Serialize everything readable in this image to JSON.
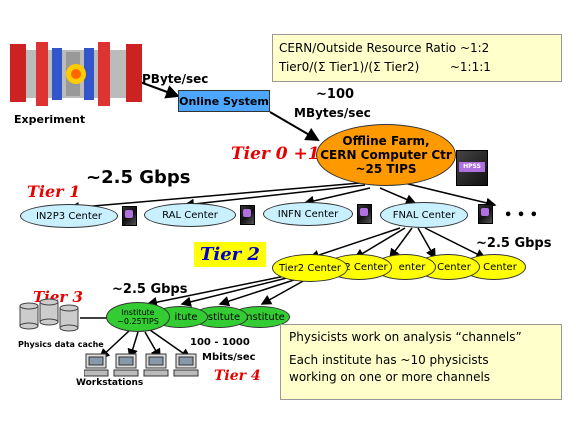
{
  "ratio_box": {
    "line1": "CERN/Outside Resource Ratio ~1:2",
    "line2": "Tier0/(Σ Tier1)/(Σ Tier2)        ~1:1:1"
  },
  "top": {
    "pbyte": "PByte/sec",
    "experiment": "Experiment",
    "online_system": "Online System",
    "mbytes_value": "~100",
    "mbytes_unit": "MBytes/sec"
  },
  "tier0": {
    "label": "Tier 0 +1",
    "box_line1": "Offline Farm,",
    "box_line2": "CERN Computer Ctr",
    "box_line3": "~25 TIPS",
    "hpss": "HPSS"
  },
  "tier1": {
    "label": "Tier 1",
    "bandwidth": "~2.5 Gbps",
    "centers": [
      "IN2P3 Center",
      "RAL Center",
      "INFN Center",
      "FNAL Center"
    ],
    "more": "• • •",
    "hpss": "HPSS"
  },
  "tier2": {
    "label": "Tier 2",
    "bandwidth_right": "~2.5 Gbps",
    "centers": [
      "Tier2 Center",
      "2 Center",
      "enter",
      "Center",
      "Center"
    ]
  },
  "tier3": {
    "label": "Tier 3",
    "bandwidth": "~2.5 Gbps",
    "institute_line1": "Institute",
    "institute_line2": "~0.25TIPS",
    "institutes": [
      "itute",
      "stitute",
      "Institute"
    ],
    "physics_cache": "Physics data cache",
    "link_value": "100 - 1000",
    "link_unit": "Mbits/sec"
  },
  "tier4": {
    "label": "Tier 4",
    "workstations": "Workstations"
  },
  "physicists_box": {
    "line1": "Physicists work on analysis “channels”",
    "line2": "Each institute has ~10 physicists",
    "line3": "working on one or more channels"
  },
  "colors": {
    "ratio_box": "#ffffcc",
    "tier0_box": "#ff9900",
    "tier1_centers": "#c9f0ff",
    "tier2_centers": "#ffff00",
    "institutes": "#33cc33",
    "tier_labels": "#e60000",
    "tier2_label": "#0000cc"
  }
}
